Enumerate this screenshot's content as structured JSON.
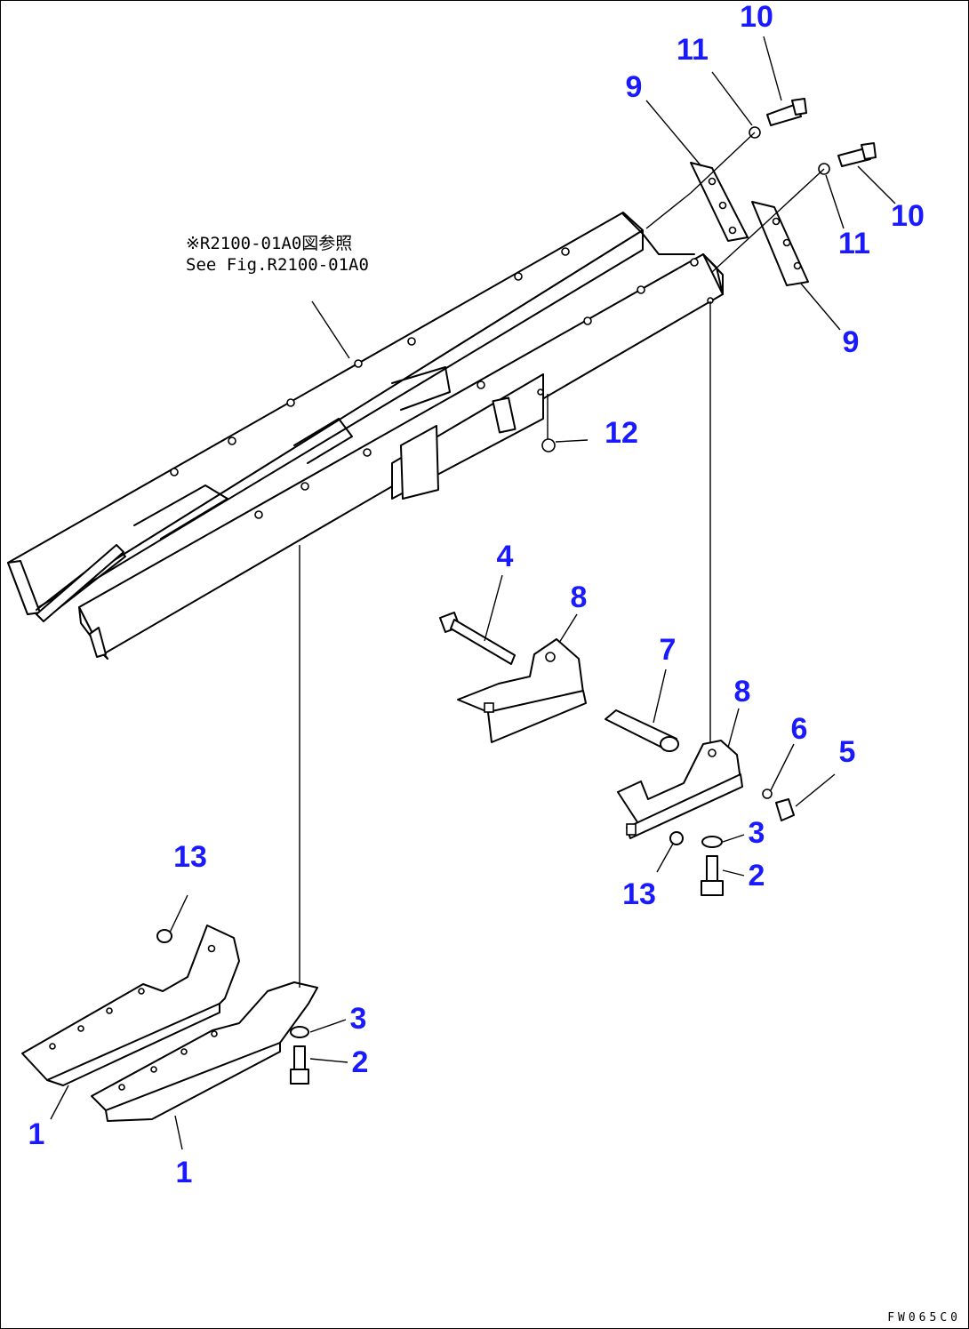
{
  "reference_note": {
    "line1": "※R2100-01A0図参照",
    "line2": "See Fig.R2100-01A0"
  },
  "drawing_code": "FW065C0",
  "callouts": [
    {
      "id": "c10a",
      "label": "10"
    },
    {
      "id": "c11a",
      "label": "11"
    },
    {
      "id": "c9a",
      "label": "9"
    },
    {
      "id": "c10b",
      "label": "10"
    },
    {
      "id": "c11b",
      "label": "11"
    },
    {
      "id": "c9b",
      "label": "9"
    },
    {
      "id": "c12",
      "label": "12"
    },
    {
      "id": "c4",
      "label": "4"
    },
    {
      "id": "c8a",
      "label": "8"
    },
    {
      "id": "c7",
      "label": "7"
    },
    {
      "id": "c8b",
      "label": "8"
    },
    {
      "id": "c6",
      "label": "6"
    },
    {
      "id": "c5",
      "label": "5"
    },
    {
      "id": "c3a",
      "label": "3"
    },
    {
      "id": "c2a",
      "label": "2"
    },
    {
      "id": "c13a",
      "label": "13"
    },
    {
      "id": "c13b",
      "label": "13"
    },
    {
      "id": "c3b",
      "label": "3"
    },
    {
      "id": "c2b",
      "label": "2"
    },
    {
      "id": "c1a",
      "label": "1"
    },
    {
      "id": "c1b",
      "label": "1"
    }
  ],
  "colors": {
    "callout": "#1a1aff",
    "line": "#000000",
    "background": "#ffffff"
  }
}
